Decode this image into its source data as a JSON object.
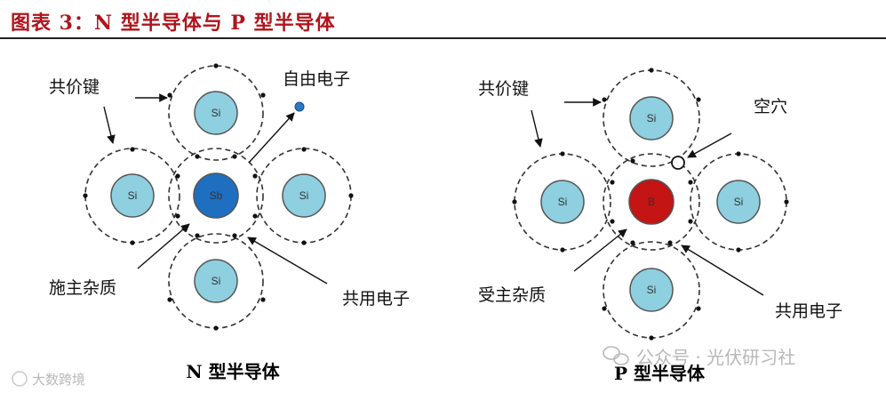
{
  "figure_title": "图表 3：N 型半导体与 P 型半导体",
  "n_panel": {
    "caption": "N 型半导体",
    "center_atom": "Sb",
    "neighbor_atom": "Si",
    "label_covalent_bond": "共价键",
    "label_free_electron": "自由电子",
    "label_donor_impurity": "施主杂质",
    "label_shared_electron": "共用电子"
  },
  "p_panel": {
    "caption": "P 型半导体",
    "center_atom": "B",
    "neighbor_atom": "Si",
    "label_covalent_bond": "共价键",
    "label_hole": "空穴",
    "label_acceptor_impurity": "受主杂质",
    "label_shared_electron": "共用电子"
  },
  "watermarks": {
    "left": "大数跨境",
    "right": "公众号 · 光伏研习社"
  },
  "colors": {
    "title": "#b0141c",
    "si_fill": "#8ecfe0",
    "sb_fill": "#1f6fc0",
    "b_fill": "#c41414",
    "free_electron": "#2a78c8"
  }
}
